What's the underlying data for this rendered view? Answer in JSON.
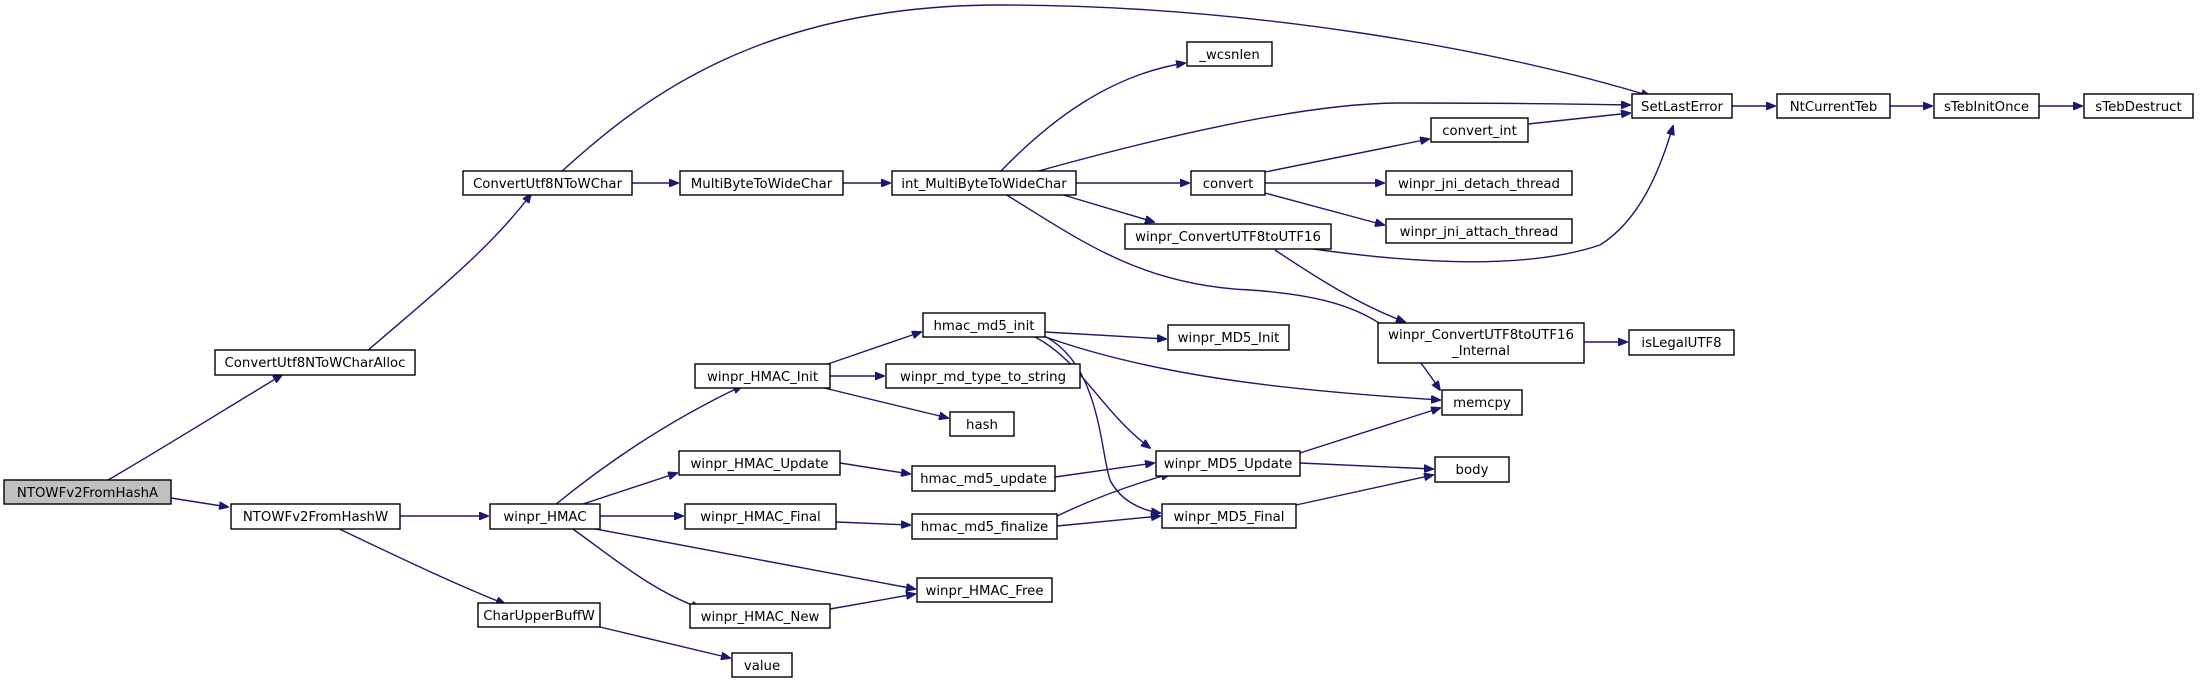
{
  "graph": {
    "kind": "call-graph",
    "colors": {
      "edge": "#191970",
      "node_border": "#000000",
      "node_fill": "#ffffff",
      "root_fill": "#bfbfbf"
    },
    "nodes": {
      "ntowfv2_from_hash_a": {
        "label": "NTOWFv2FromHashA"
      },
      "convert_utf8n_to_wchar_alloc": {
        "label": "ConvertUtf8NToWCharAlloc"
      },
      "ntowfv2_from_hash_w": {
        "label": "NTOWFv2FromHashW"
      },
      "convert_utf8n_to_wchar": {
        "label": "ConvertUtf8NToWChar"
      },
      "multi_byte_to_wide_char": {
        "label": "MultiByteToWideChar"
      },
      "int_multi_byte_to_wide_char": {
        "label": "int_MultiByteToWideChar"
      },
      "wcsnlen": {
        "label": "_wcsnlen"
      },
      "set_last_error": {
        "label": "SetLastError"
      },
      "nt_current_teb": {
        "label": "NtCurrentTeb"
      },
      "s_teb_init_once": {
        "label": "sTebInitOnce"
      },
      "s_teb_destruct": {
        "label": "sTebDestruct"
      },
      "convert_int": {
        "label": "convert_int"
      },
      "convert": {
        "label": "convert"
      },
      "winpr_jni_detach_thread": {
        "label": "winpr_jni_detach_thread"
      },
      "winpr_jni_attach_thread": {
        "label": "winpr_jni_attach_thread"
      },
      "winpr_convert_utf8_to_utf16": {
        "label": "winpr_ConvertUTF8toUTF16"
      },
      "winpr_convert_utf8_to_utf16_internal": {
        "label_line1": "winpr_ConvertUTF8toUTF16",
        "label_line2": "_Internal"
      },
      "is_legal_utf8": {
        "label": "isLegalUTF8"
      },
      "hmac_md5_init": {
        "label": "hmac_md5_init"
      },
      "winpr_md5_init": {
        "label": "winpr_MD5_Init"
      },
      "winpr_hmac_init": {
        "label": "winpr_HMAC_Init"
      },
      "winpr_md_type_to_string": {
        "label": "winpr_md_type_to_string"
      },
      "hash": {
        "label": "hash"
      },
      "memcpy": {
        "label": "memcpy"
      },
      "winpr_hmac_update": {
        "label": "winpr_HMAC_Update"
      },
      "hmac_md5_update": {
        "label": "hmac_md5_update"
      },
      "winpr_md5_update": {
        "label": "winpr_MD5_Update"
      },
      "body": {
        "label": "body"
      },
      "winpr_hmac": {
        "label": "winpr_HMAC"
      },
      "winpr_hmac_final": {
        "label": "winpr_HMAC_Final"
      },
      "hmac_md5_finalize": {
        "label": "hmac_md5_finalize"
      },
      "winpr_md5_final": {
        "label": "winpr_MD5_Final"
      },
      "winpr_hmac_free": {
        "label": "winpr_HMAC_Free"
      },
      "winpr_hmac_new": {
        "label": "winpr_HMAC_New"
      },
      "char_upper_buff_w": {
        "label": "CharUpperBuffW"
      },
      "value": {
        "label": "value"
      }
    },
    "edges": [
      [
        "ntowfv2_from_hash_a",
        "convert_utf8n_to_wchar_alloc"
      ],
      [
        "ntowfv2_from_hash_a",
        "ntowfv2_from_hash_w"
      ],
      [
        "convert_utf8n_to_wchar_alloc",
        "convert_utf8n_to_wchar"
      ],
      [
        "convert_utf8n_to_wchar",
        "set_last_error"
      ],
      [
        "convert_utf8n_to_wchar",
        "multi_byte_to_wide_char"
      ],
      [
        "multi_byte_to_wide_char",
        "int_multi_byte_to_wide_char"
      ],
      [
        "int_multi_byte_to_wide_char",
        "wcsnlen"
      ],
      [
        "int_multi_byte_to_wide_char",
        "set_last_error"
      ],
      [
        "int_multi_byte_to_wide_char",
        "convert"
      ],
      [
        "int_multi_byte_to_wide_char",
        "winpr_convert_utf8_to_utf16"
      ],
      [
        "int_multi_byte_to_wide_char",
        "memcpy"
      ],
      [
        "set_last_error",
        "nt_current_teb"
      ],
      [
        "nt_current_teb",
        "s_teb_init_once"
      ],
      [
        "s_teb_init_once",
        "s_teb_destruct"
      ],
      [
        "convert",
        "convert_int"
      ],
      [
        "convert",
        "winpr_jni_detach_thread"
      ],
      [
        "convert",
        "winpr_jni_attach_thread"
      ],
      [
        "convert_int",
        "set_last_error"
      ],
      [
        "winpr_convert_utf8_to_utf16",
        "set_last_error"
      ],
      [
        "winpr_convert_utf8_to_utf16",
        "winpr_convert_utf8_to_utf16_internal"
      ],
      [
        "winpr_convert_utf8_to_utf16_internal",
        "is_legal_utf8"
      ],
      [
        "ntowfv2_from_hash_w",
        "winpr_hmac"
      ],
      [
        "ntowfv2_from_hash_w",
        "char_upper_buff_w"
      ],
      [
        "char_upper_buff_w",
        "value"
      ],
      [
        "winpr_hmac",
        "winpr_hmac_init"
      ],
      [
        "winpr_hmac",
        "winpr_hmac_update"
      ],
      [
        "winpr_hmac",
        "winpr_hmac_final"
      ],
      [
        "winpr_hmac",
        "winpr_hmac_free"
      ],
      [
        "winpr_hmac",
        "winpr_hmac_new"
      ],
      [
        "winpr_hmac_init",
        "hmac_md5_init"
      ],
      [
        "winpr_hmac_init",
        "winpr_md_type_to_string"
      ],
      [
        "winpr_hmac_init",
        "hash"
      ],
      [
        "hmac_md5_init",
        "winpr_md5_init"
      ],
      [
        "hmac_md5_init",
        "memcpy"
      ],
      [
        "hmac_md5_init",
        "winpr_md5_update"
      ],
      [
        "hmac_md5_init",
        "winpr_md5_final"
      ],
      [
        "winpr_hmac_update",
        "hmac_md5_update"
      ],
      [
        "hmac_md5_update",
        "winpr_md5_update"
      ],
      [
        "winpr_md5_update",
        "memcpy"
      ],
      [
        "winpr_md5_update",
        "body"
      ],
      [
        "winpr_hmac_final",
        "hmac_md5_finalize"
      ],
      [
        "hmac_md5_finalize",
        "winpr_md5_update"
      ],
      [
        "hmac_md5_finalize",
        "winpr_md5_final"
      ],
      [
        "winpr_md5_final",
        "body"
      ],
      [
        "winpr_hmac_new",
        "winpr_hmac_free"
      ]
    ]
  }
}
